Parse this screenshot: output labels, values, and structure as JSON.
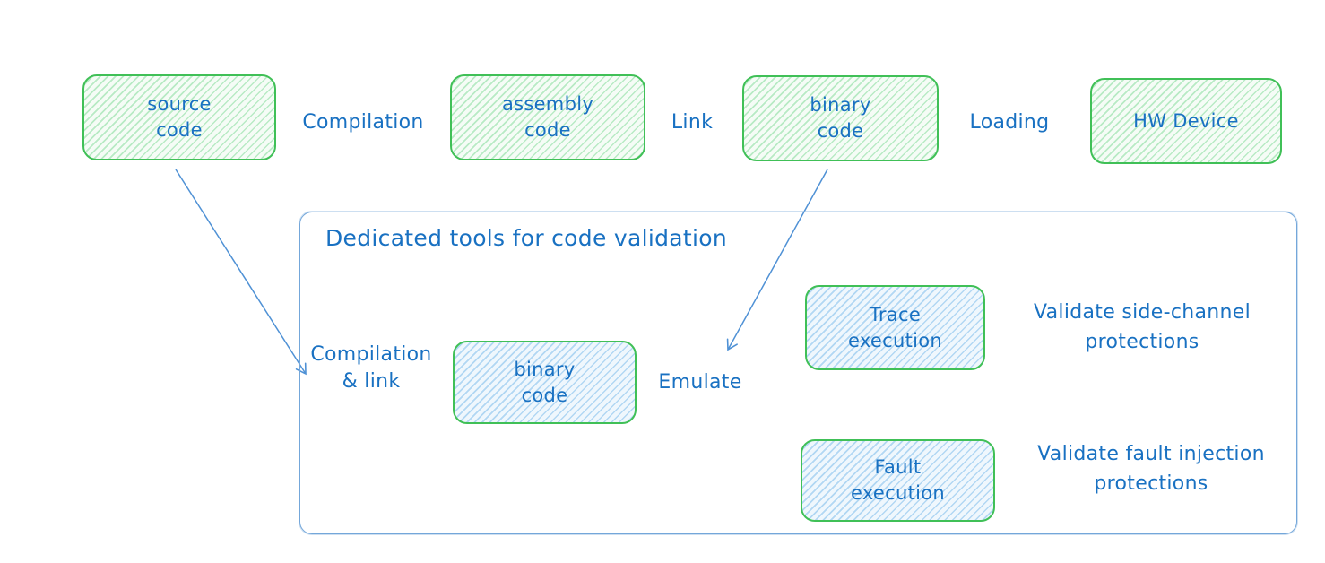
{
  "colors": {
    "green_stroke": "#40c057",
    "green_fill": "#b2f2bb",
    "blue_fill": "#a5d8ff",
    "blue_stroke": "#4f91d5",
    "text_blue": "#1971c2"
  },
  "pipeline": {
    "source_code_label": "source\ncode",
    "compilation_label": "Compilation",
    "assembly_code_label": "assembly\ncode",
    "link_label": "Link",
    "binary_code_label": "binary\ncode",
    "loading_label": "Loading",
    "hw_device_label": "HW Device"
  },
  "validation_group": {
    "title": "Dedicated tools for code validation",
    "compilation_link_label": "Compilation\n& link",
    "binary_code_label": "binary\ncode",
    "emulate_label": "Emulate",
    "trace_execution_label": "Trace\nexecution",
    "trace_note": "Validate side-channel\nprotections",
    "fault_execution_label": "Fault\nexecution",
    "fault_note": "Validate fault injection\nprotections"
  }
}
